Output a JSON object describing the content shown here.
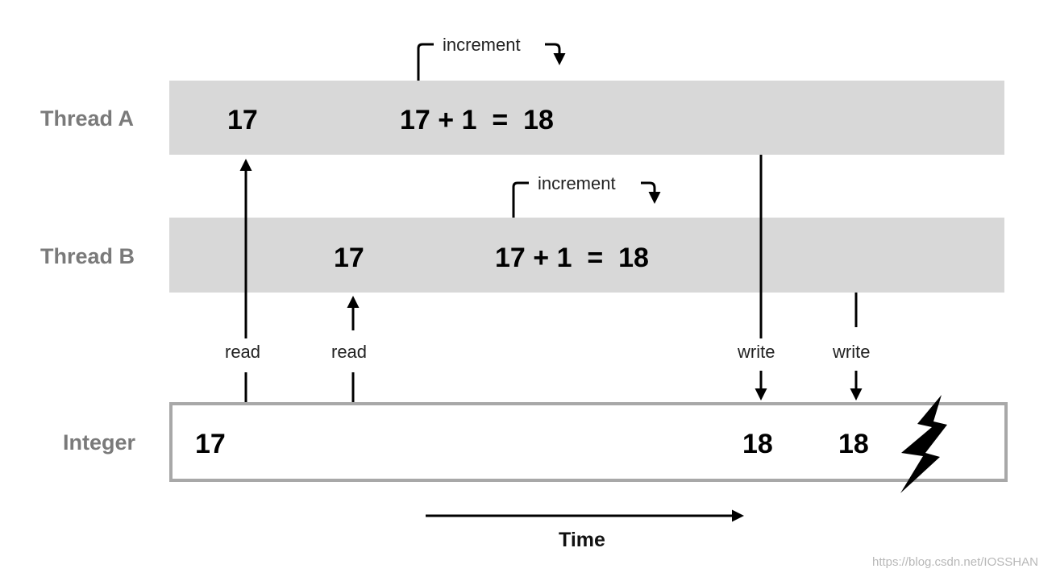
{
  "rows": {
    "thread_a": "Thread A",
    "thread_b": "Thread B",
    "integer": "Integer"
  },
  "thread_a": {
    "initial": "17",
    "expr": "17 + 1  =  18",
    "increment_label": "increment"
  },
  "thread_b": {
    "initial": "17",
    "expr": "17 + 1  =  18",
    "increment_label": "increment"
  },
  "integer": {
    "initial": "17",
    "write_a": "18",
    "write_b": "18"
  },
  "ops": {
    "read_a": "read",
    "read_b": "read",
    "write_a": "write",
    "write_b": "write"
  },
  "time_label": "Time",
  "watermark": "https://blog.csdn.net/IOSSHAN",
  "colors": {
    "lane": "#d8d8d8",
    "label": "#7a7a7a",
    "box_border": "#a8a8a8"
  }
}
